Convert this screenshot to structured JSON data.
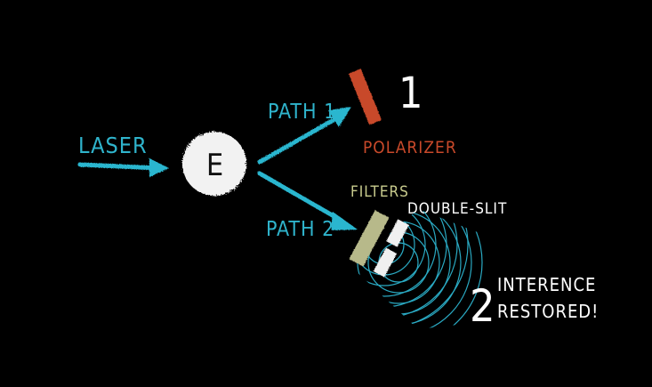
{
  "labels": {
    "laser": "LASER",
    "path1": "PATH 1",
    "path2": "PATH 2",
    "emitter": "E",
    "polarizer": "POLARIZER",
    "filters": "FILTERS",
    "double_slit": "DOUBLE-SLIT",
    "outcome1_number": "1",
    "outcome2_number": "2",
    "outcome2_line1": "INTERENCE",
    "outcome2_line2": "RESTORED!"
  },
  "colors": {
    "background": "#000000",
    "arrow": "#29b6cf",
    "label_blue": "#2fb4cc",
    "emitter_fill": "#f2f2f2",
    "polarizer": "#c8492a",
    "polarizer_label": "#c8492a",
    "filter": "#b7b98a",
    "filters_label": "#c9cc8e",
    "slit": "#f0f0f0",
    "waves": "#2aa9c2",
    "white_text": "#ffffff"
  }
}
